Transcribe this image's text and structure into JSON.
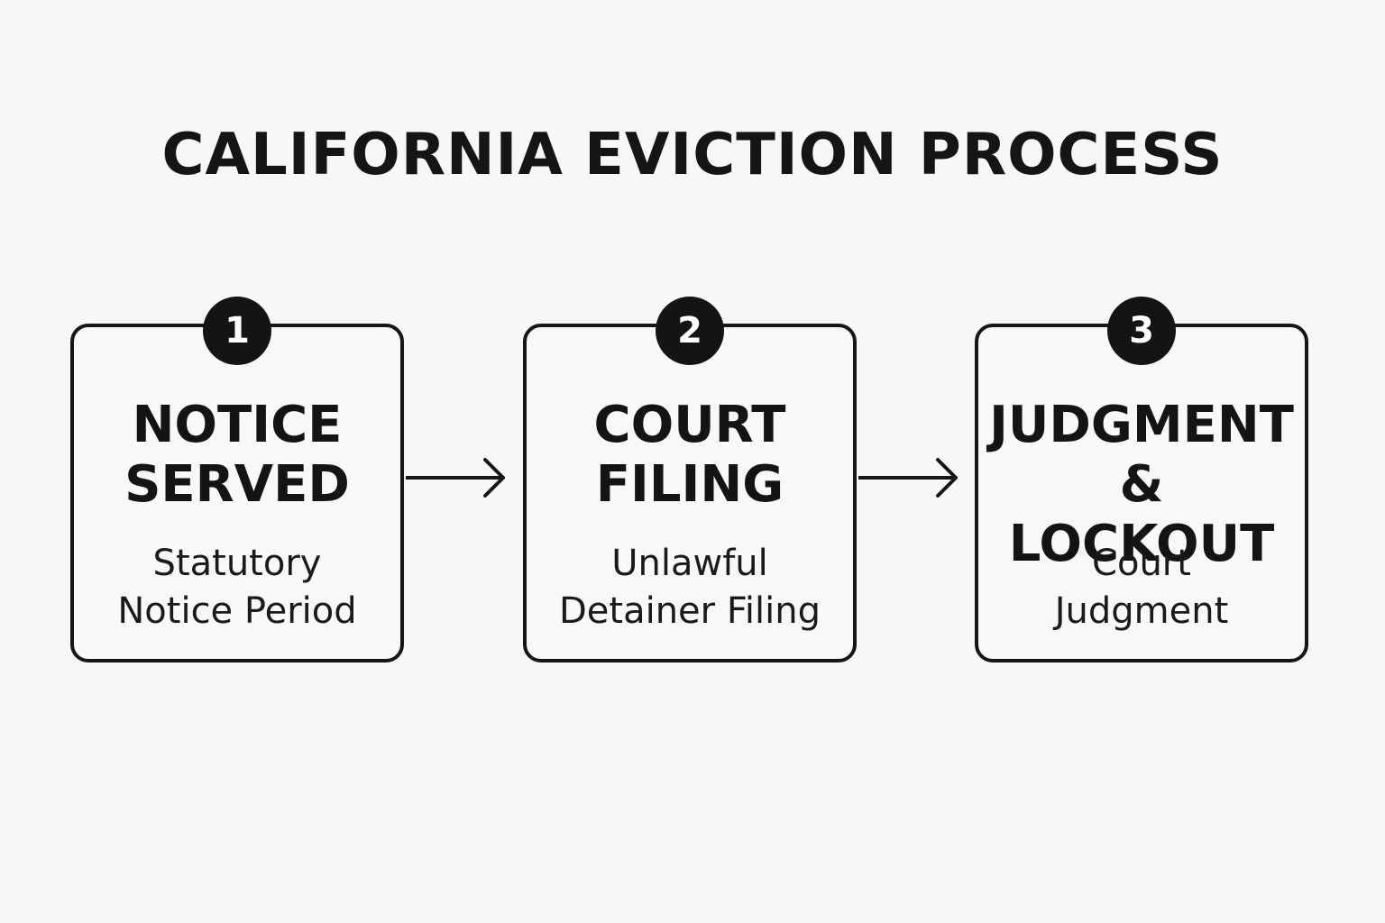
{
  "title": "CALIFORNIA EVICTION PROCESS",
  "steps": [
    {
      "number": "1",
      "heading_lines": [
        "NOTICE",
        "SERVED"
      ],
      "detail_lines": [
        "Statutory",
        "Notice Period"
      ]
    },
    {
      "number": "2",
      "heading_lines": [
        "COURT",
        "FILING"
      ],
      "detail_lines": [
        "Unlawful",
        "Detainer Filing"
      ]
    },
    {
      "number": "3",
      "heading_lines": [
        "JUDGMENT",
        "& LOCKOUT"
      ],
      "detail_lines": [
        "Court",
        "Judgment"
      ]
    }
  ],
  "arrows": [
    {
      "icon": "arrow-right-icon"
    },
    {
      "icon": "arrow-right-icon"
    }
  ],
  "colors": {
    "background": "#f7f7f7",
    "stroke": "#161616",
    "badge_fill": "#141414",
    "badge_text": "#ffffff"
  }
}
